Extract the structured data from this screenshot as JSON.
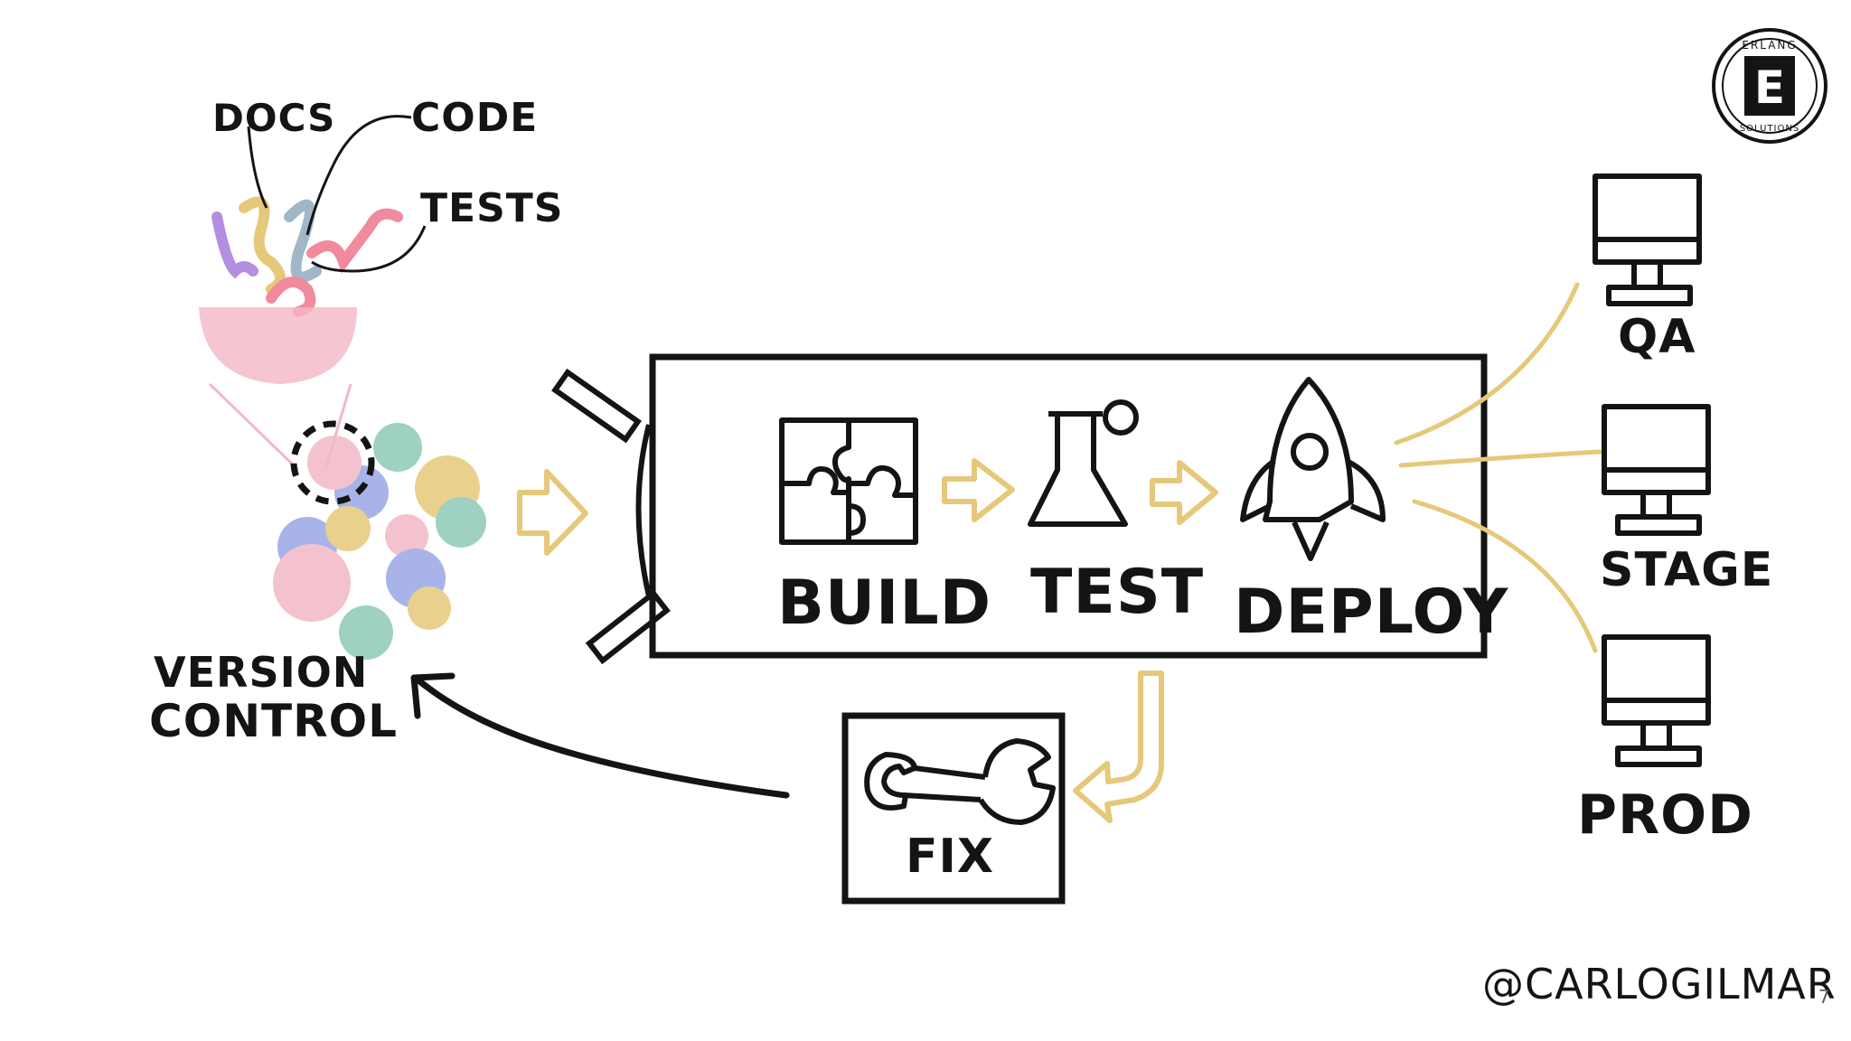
{
  "labels": {
    "docs": "DOCS",
    "code": "CODE",
    "tests": "TESTS",
    "version_control_line1": "VERSION",
    "version_control_line2": "CONTROL",
    "build": "BUILD",
    "test": "TEST",
    "deploy": "DEPLOY",
    "fix": "FIX",
    "qa": "QA",
    "stage": "STAGE",
    "prod": "PROD",
    "credit": "@CARLOGILMAR",
    "page_number": "7"
  },
  "logo": {
    "top_text": "ERLANG",
    "bottom_text": "SOLUTIONS",
    "letter": "E"
  },
  "icons": [
    "puzzle-icon",
    "flask-icon",
    "rocket-icon",
    "wrench-icon",
    "monitor-icon",
    "funnel-icon",
    "conveyor-icon"
  ],
  "colors": {
    "ink": "#141414",
    "accent_yellow": "#e6c87a",
    "pink": "#f2b8c6",
    "teal": "#8ec9b8",
    "blue": "#9aa8e6",
    "purple": "#b48ee0",
    "gray_blue": "#9fb7c6",
    "red_pink": "#f08a9c"
  }
}
